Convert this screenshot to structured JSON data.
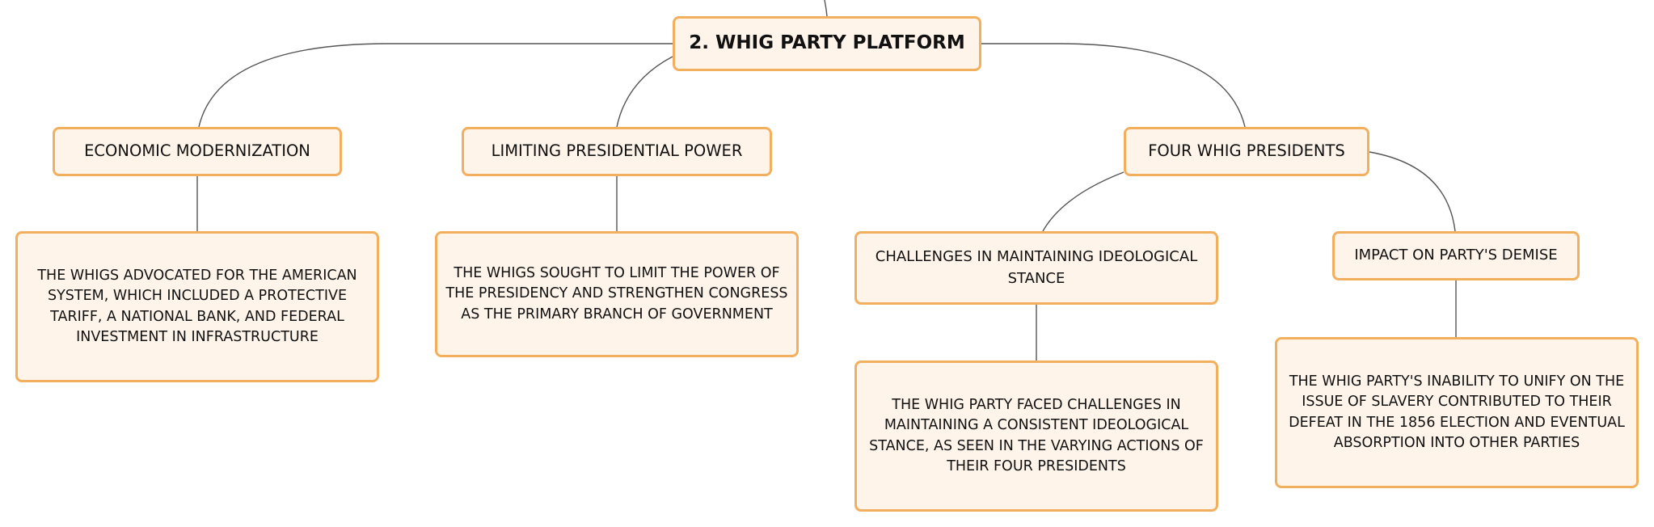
{
  "root": {
    "label": "2. WHIG PARTY PLATFORM"
  },
  "topics": {
    "economic": {
      "label": "ECONOMIC MODERNIZATION",
      "detail": "THE WHIGS ADVOCATED FOR THE AMERICAN SYSTEM, WHICH INCLUDED A PROTECTIVE TARIFF, A NATIONAL BANK, AND FEDERAL INVESTMENT IN INFRASTRUCTURE"
    },
    "limiting": {
      "label": "LIMITING PRESIDENTIAL POWER",
      "detail": "THE WHIGS SOUGHT TO LIMIT THE POWER OF THE PRESIDENCY AND STRENGTHEN CONGRESS AS THE PRIMARY BRANCH OF GOVERNMENT"
    },
    "presidents": {
      "label": "FOUR WHIG PRESIDENTS",
      "children": {
        "challenges": {
          "label": "CHALLENGES IN MAINTAINING IDEOLOGICAL STANCE",
          "detail": "THE WHIG PARTY FACED CHALLENGES IN MAINTAINING A CONSISTENT IDEOLOGICAL STANCE, AS SEEN IN THE VARYING ACTIONS OF THEIR FOUR PRESIDENTS"
        },
        "impact": {
          "label": "IMPACT ON PARTY'S DEMISE",
          "detail": "THE WHIG PARTY'S INABILITY TO UNIFY ON THE ISSUE OF SLAVERY CONTRIBUTED TO THEIR DEFEAT IN THE 1856 ELECTION AND EVENTUAL ABSORPTION INTO OTHER PARTIES"
        }
      }
    }
  },
  "colors": {
    "node_border": "#f2b05e",
    "node_fill": "#fff4ea",
    "connector": "#555555",
    "text": "#111111"
  }
}
